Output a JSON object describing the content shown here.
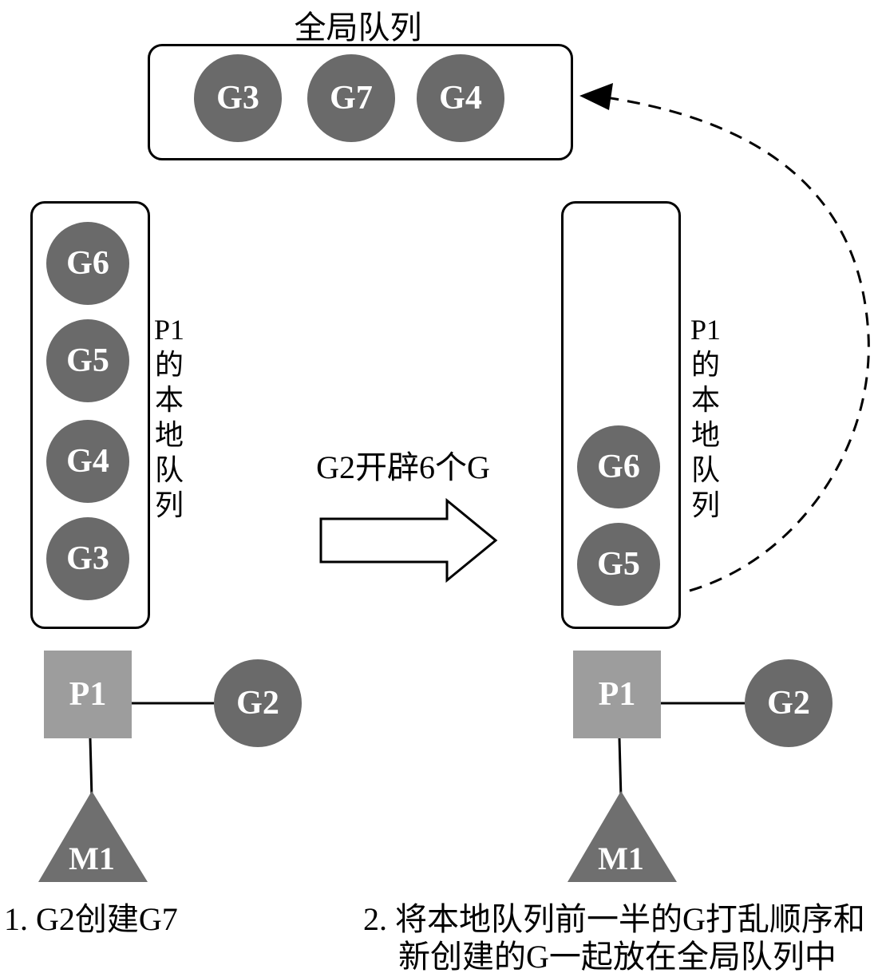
{
  "colors": {
    "node_fill": "#6a6a6a",
    "square_fill": "#9d9d9d",
    "triangle_fill": "#6f6f6f",
    "line": "#000000"
  },
  "global_queue": {
    "title": "全局队列",
    "items": [
      "G3",
      "G7",
      "G4"
    ]
  },
  "left_panel": {
    "queue_items": [
      "G6",
      "G5",
      "G4",
      "G3"
    ],
    "queue_label_chars": [
      "P1",
      "的",
      "本",
      "地",
      "队",
      "列"
    ],
    "processor": "P1",
    "goroutine": "G2",
    "machine": "M1"
  },
  "transition": {
    "arrow_label": "G2开辟6个G"
  },
  "right_panel": {
    "queue_items": [
      "G6",
      "G5"
    ],
    "queue_label_chars": [
      "P1",
      "的",
      "本",
      "地",
      "队",
      "列"
    ],
    "processor": "P1",
    "goroutine": "G2",
    "machine": "M1"
  },
  "captions": {
    "step1": "1. G2创建G7",
    "step2_line1": "2. 将本地队列前一半的G打乱顺序和",
    "step2_line2": "新创建的G一起放在全局队列中"
  }
}
